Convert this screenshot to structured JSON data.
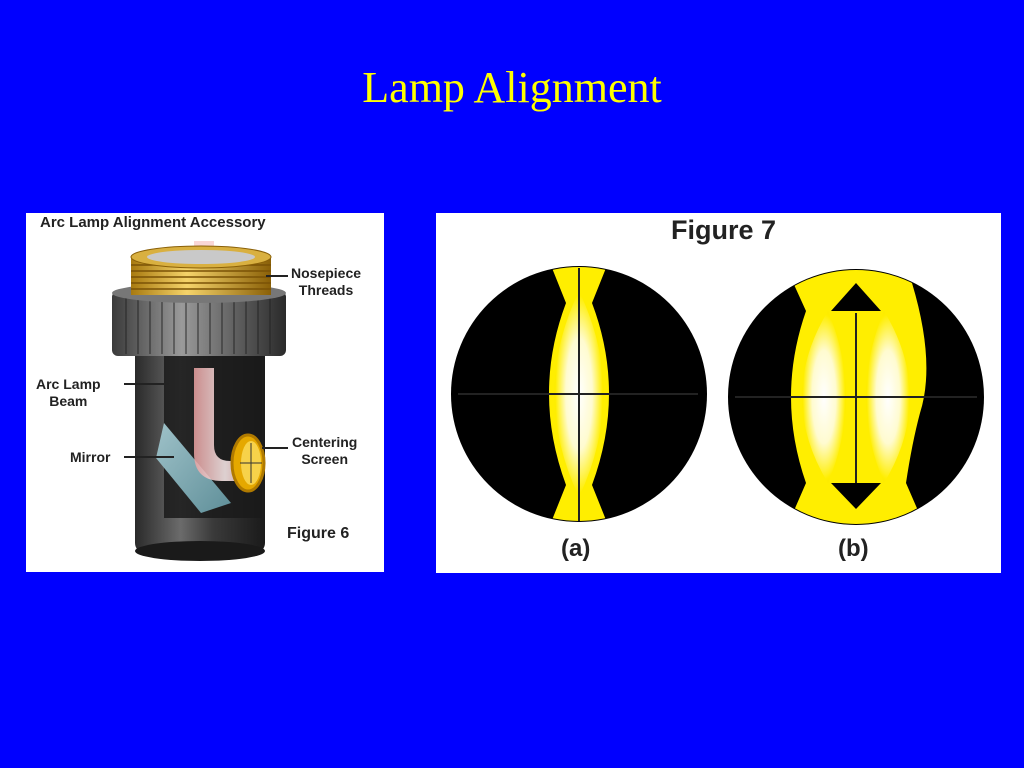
{
  "slide": {
    "title": "Lamp Alignment"
  },
  "figure6": {
    "title": "Arc Lamp Alignment Accessory",
    "labels": {
      "nosepiece_line1": "Nosepiece",
      "nosepiece_line2": "Threads",
      "beam_line1": "Arc Lamp",
      "beam_line2": "Beam",
      "mirror": "Mirror",
      "centering_line1": "Centering",
      "centering_line2": "Screen"
    },
    "caption": "Figure 6"
  },
  "figure7": {
    "title": "Figure 7",
    "panel_a_label": "(a)",
    "panel_b_label": "(b)"
  },
  "colors": {
    "background": "#0000ff",
    "title": "#ffff00",
    "beam_yellow": "#ffee00"
  }
}
